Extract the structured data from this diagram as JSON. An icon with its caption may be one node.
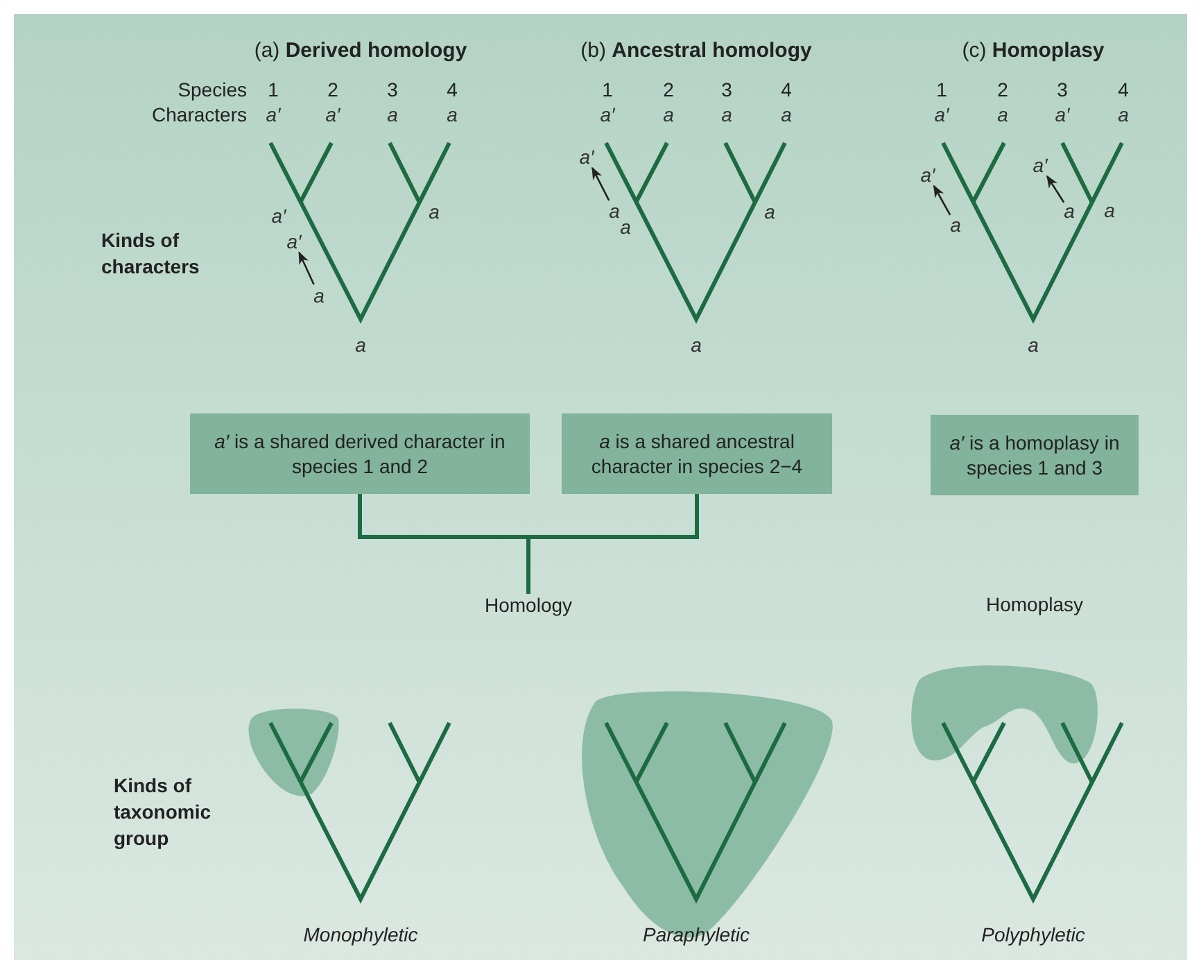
{
  "diagram": {
    "nodes": [
      {
        "text": [
          "*a′* is a shared derived character in species 1 and 2"
        ]
      },
      {
        "text": [
          "*a* is a shared ancestral character in species 2−4"
        ]
      },
      {
        "text": [
          "*a′* is a homoplasy in species 1 and 3"
        ]
      },
      {
        "text": [
          "Homology"
        ]
      },
      {
        "text": [
          "a"
        ]
      },
      {
        "text": [
          "a′"
        ]
      },
      {
        "text": [
          "a"
        ]
      },
      {
        "text": [
          "a′"
        ]
      },
      {
        "text": [
          "a"
        ]
      },
      {
        "text": [
          "a′"
        ]
      },
      {
        "text": [
          "a"
        ]
      },
      {
        "text": [
          "a′"
        ]
      }
    ],
    "edges": [
      {
        "from": 0,
        "to": 3,
        "arrow": "none",
        "style": "thick",
        "color": "#1d6b42"
      },
      {
        "from": 1,
        "to": 3,
        "arrow": "none",
        "style": "thick",
        "color": "#1d6b42"
      },
      {
        "from": 4,
        "to": 5,
        "arrow": "to"
      },
      {
        "from": 6,
        "to": 7,
        "arrow": "to"
      },
      {
        "from": 8,
        "to": 9,
        "arrow": "to"
      },
      {
        "from": 10,
        "to": 11,
        "arrow": "to"
      }
    ],
    "labels": [
      "(a) **Derived homology**",
      "(b) **Ancestral homology**",
      "(c) **Homoplasy**",
      "Species",
      "1",
      "2",
      "3",
      "4",
      "1",
      "2",
      "3",
      "4",
      "1",
      "2",
      "3",
      "4",
      "Characters",
      "a′",
      "a′",
      "a",
      "a",
      "a′",
      "a",
      "a",
      "a",
      "a′",
      "a",
      "a′",
      "a",
      "a′",
      "a",
      "a",
      "a",
      "a",
      "a",
      "a",
      "a",
      "Kinds of characters",
      "Homoplasy",
      "Kinds of taxonomic group",
      "Monophyletic",
      "Paraphyletic",
      "Polyphyletic"
    ]
  }
}
